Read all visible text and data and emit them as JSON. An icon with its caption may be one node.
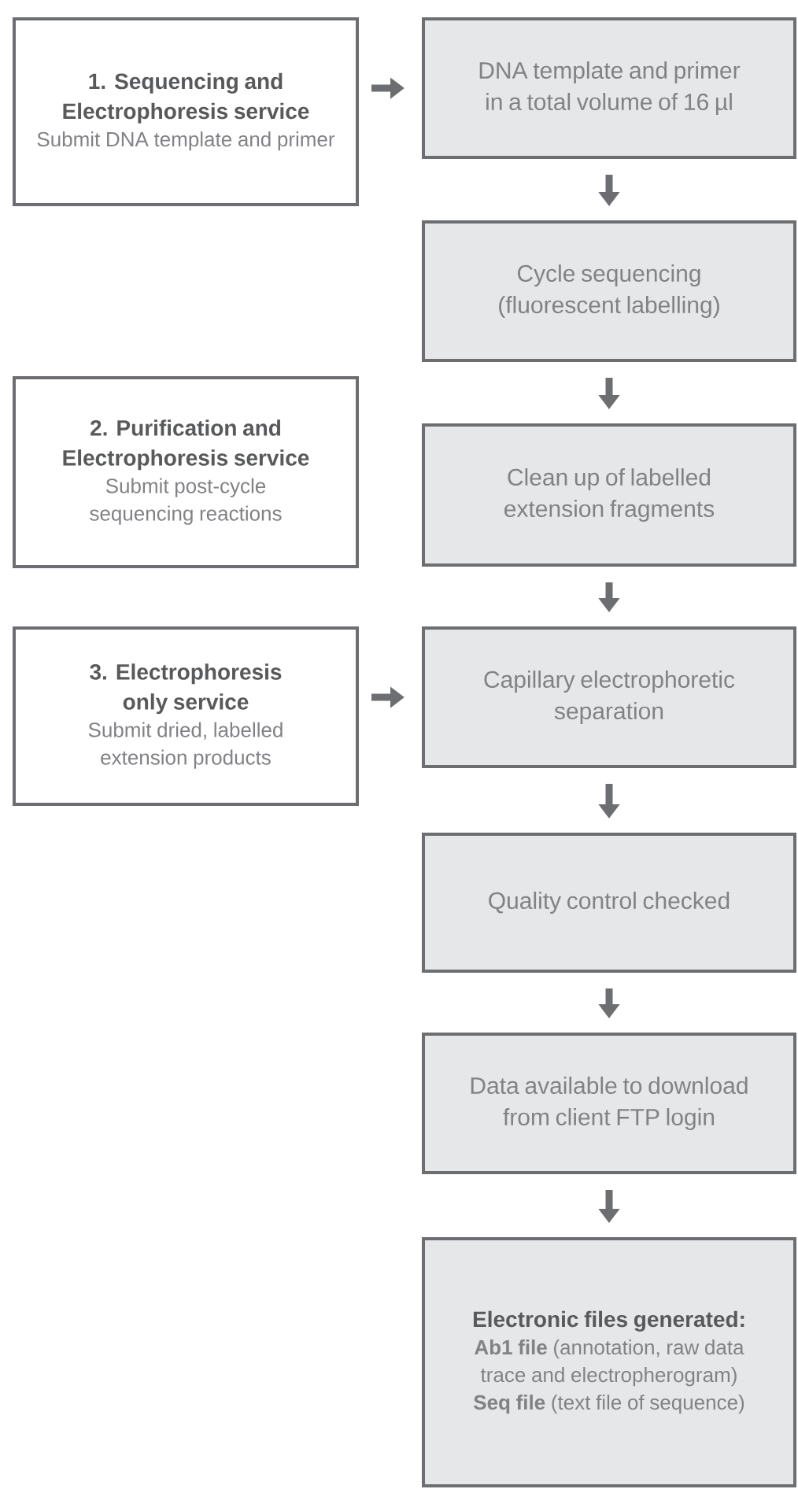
{
  "diagram": {
    "nodes": [
      {
        "text": [
          "1. Sequencing and Electrophoresis service",
          "Submit DNA template and primer"
        ]
      },
      {
        "text": [
          "DNA template and primer in a total volume of 16 µl"
        ]
      },
      {
        "text": [
          "Cycle sequencing (fluorescent labelling)"
        ]
      },
      {
        "text": [
          "2. Purification and Electrophoresis service",
          "Submit post-cycle sequencing reactions"
        ]
      },
      {
        "text": [
          "Clean up of labelled extension fragments"
        ]
      },
      {
        "text": [
          "3. Electrophoresis only service",
          "Submit dried, labelled extension products"
        ]
      },
      {
        "text": [
          "Capillary electrophoretic separation"
        ]
      },
      {
        "text": [
          "Quality control checked"
        ]
      },
      {
        "text": [
          "Data available to download from client FTP login"
        ]
      },
      {
        "text": [
          "Electronic files generated:",
          "**Ab1 file** (annotation, raw data trace and electropherogram) **Seq file** (text file of sequence)"
        ]
      }
    ],
    "edges": [
      {
        "from": 0,
        "to": 1,
        "arrow": "to"
      },
      {
        "from": 1,
        "to": 2,
        "arrow": "to"
      },
      {
        "from": 2,
        "to": 4,
        "arrow": "to"
      },
      {
        "from": 4,
        "to": 6,
        "arrow": "to"
      },
      {
        "from": 5,
        "to": 6,
        "arrow": "to"
      },
      {
        "from": 6,
        "to": 7,
        "arrow": "to"
      },
      {
        "from": 7,
        "to": 8,
        "arrow": "to"
      },
      {
        "from": 8,
        "to": 9,
        "arrow": "to"
      }
    ]
  }
}
